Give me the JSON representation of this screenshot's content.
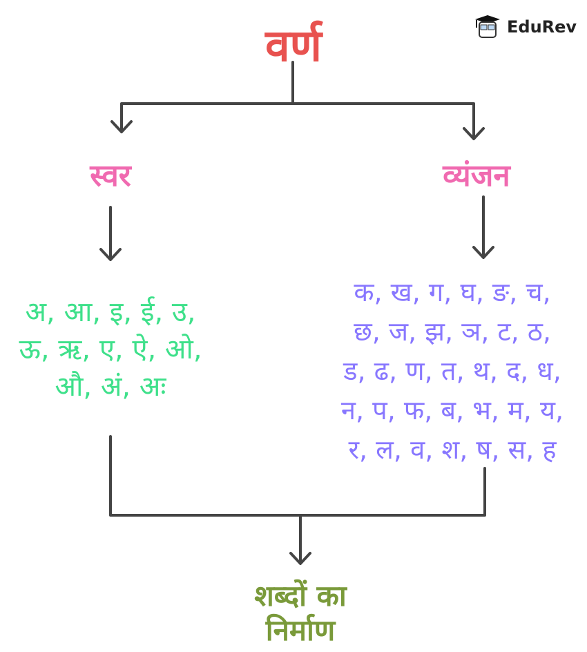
{
  "title": "वर्ण",
  "branches": {
    "swar": {
      "label": "स्वर",
      "lines": [
        "अ, आ, इ, ई, उ,",
        "ऊ, ऋ, ए, ऐ, ओ,",
        "औ, अं, अः"
      ]
    },
    "vyanjan": {
      "label": "व्यंजन",
      "lines": [
        "क, ख, ग, घ, ङ, च,",
        "छ, ज, झ, ञ, ट, ठ,",
        "ड, ढ, ण, त, थ, द, ध,",
        "न, प, फ, ब, भ, म, य,",
        "र, ल, व, श, ष, स, ह"
      ]
    }
  },
  "result": {
    "line1": "शब्दों का",
    "line2": "निर्माण"
  },
  "logo": {
    "text": "EduRev"
  },
  "colors": {
    "title": "#e8524f",
    "label": "#f06ab0",
    "swar": "#3ee08a",
    "vyanjan": "#8877ff",
    "result": "#7a9a3a",
    "line": "#444444"
  }
}
